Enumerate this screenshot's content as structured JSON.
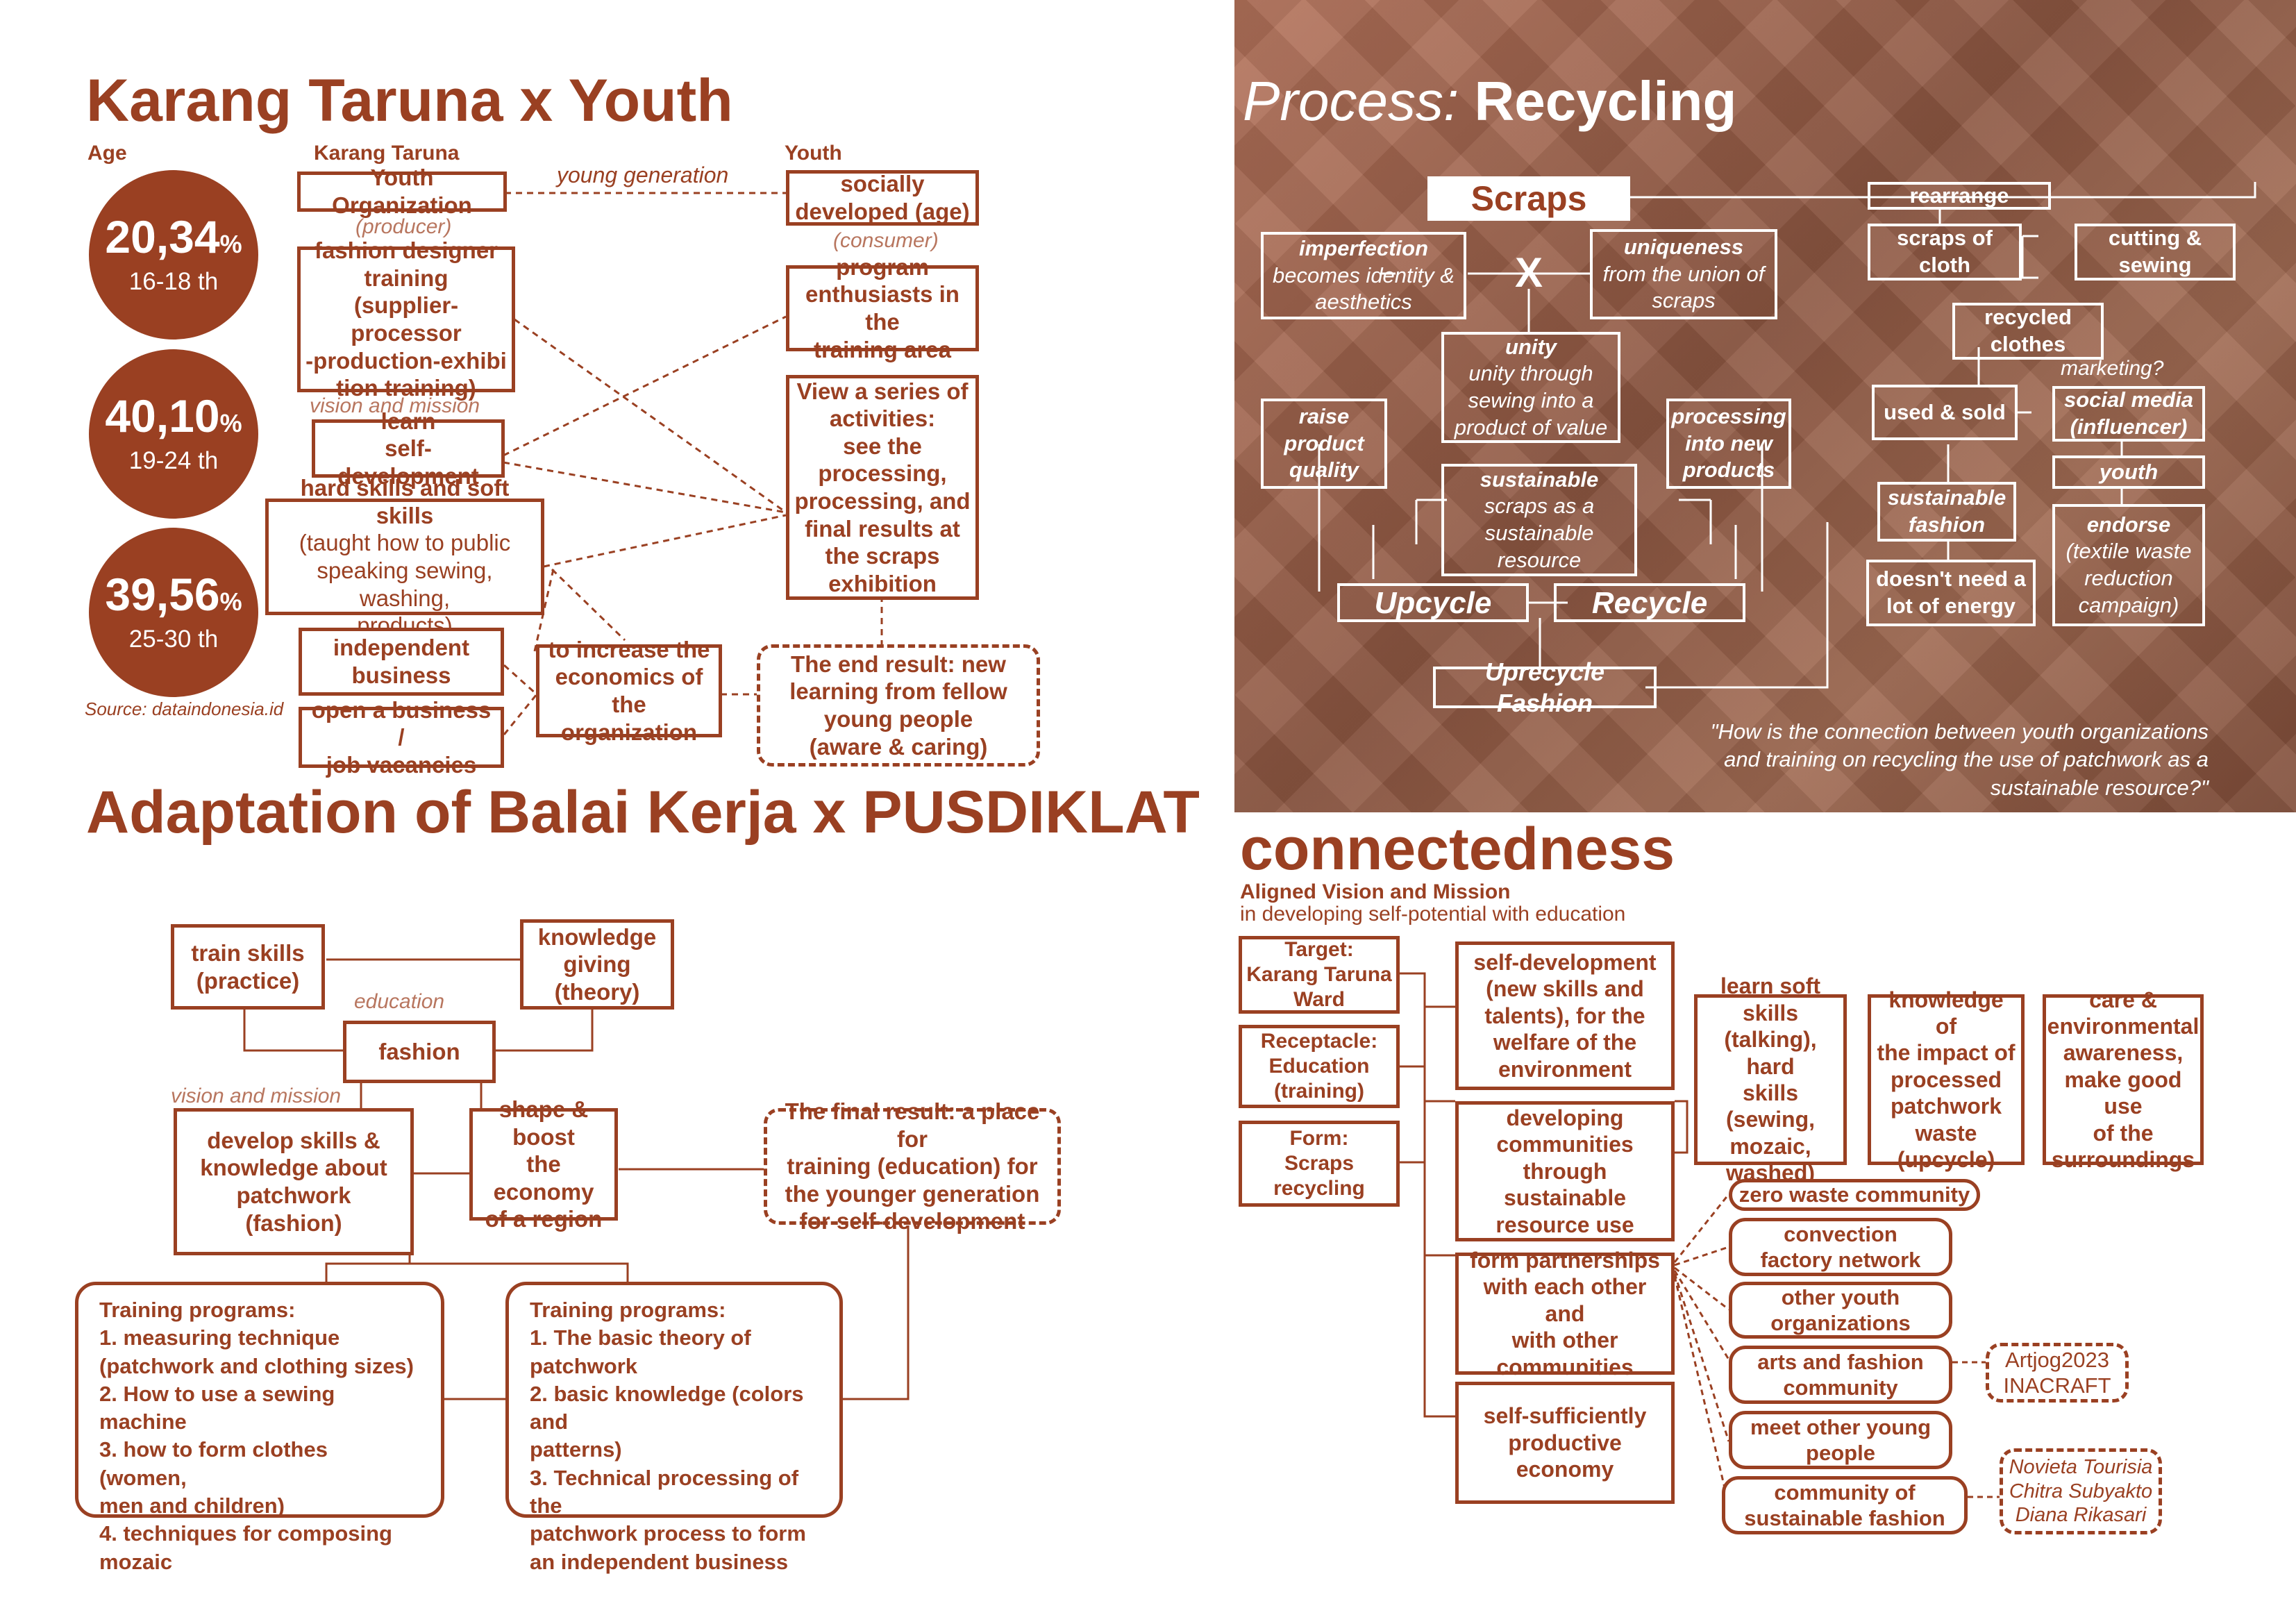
{
  "karang": {
    "title": "Karang Taruna x Youth",
    "col_age": "Age",
    "col_kt": "Karang Taruna",
    "col_youth": "Youth",
    "circles": [
      {
        "pct": "20,34",
        "sym": "%",
        "age": "16-18 th"
      },
      {
        "pct": "40,10",
        "sym": "%",
        "age": "19-24 th"
      },
      {
        "pct": "39,56",
        "sym": "%",
        "age": "25-30 th"
      }
    ],
    "source": "Source: dataindonesia.id",
    "youth_org": "Youth Organization",
    "producer": "(producer)",
    "young_generation": "young generation",
    "socially": "socially\ndeveloped (age)",
    "consumer": "(consumer)",
    "fashion_training": "fashion designer\ntraining\n(supplier-processor\n-production-exhibi\ntion training)",
    "vision_mission": "vision and mission",
    "program_enthusiasts": "program\nenthusiasts in the\ntraining area",
    "learn_self": "learn\nself-development",
    "view_series": "View a series of\nactivities:\nsee the\nprocessing,\nprocessing, and\nfinal results at\nthe scraps\nexhibition",
    "hard_soft_bold": "hard skills and soft skills",
    "hard_soft_rest": "(taught how to public\nspeaking sewing, washing,\nproducts)",
    "independent": "independent\nbusiness",
    "increase_econ": "to increase the\neconomics of the\norganization",
    "end_result": "The end result: new\nlearning from fellow\nyoung people\n(aware & caring)",
    "open_business": "open a business /\njob vacancies"
  },
  "adapt": {
    "title": "Adaptation of Balai Kerja x\nPUSDIKLAT",
    "train_skills": "train skills\n(practice)",
    "knowledge_giving": "knowledge\ngiving\n(theory)",
    "education": "education",
    "fashion": "fashion",
    "vision_mission": "vision and mission",
    "develop_skills": "develop skills &\nknowledge about\npatchwork\n(fashion)",
    "shape_boost": "shape & boost\nthe economy\nof a region",
    "final_result": "The final result: a place for\ntraining (education) for\nthe younger generation\nfor self-development",
    "prog1_title": "Training programs:",
    "prog1_items": [
      "1. measuring technique\n    (patchwork and clothing sizes)",
      "2. How to use a sewing machine",
      "3. how to form clothes (women,\n    men and children)",
      "4. techniques for composing\n    mozaic"
    ],
    "prog2_title": "Training programs:",
    "prog2_items": [
      "1. The basic theory of\n    patchwork",
      "2. basic knowledge (colors and\n    patterns)",
      "3. Technical processing of the\n    patchwork process to form\n    an independent business"
    ]
  },
  "process": {
    "title_italic": "Process:",
    "title_bold": "Recycling",
    "scraps": "Scraps",
    "imperfection_b": "imperfection",
    "imperfection_r": "becomes identity &\naesthetics",
    "x_mark": "X",
    "uniqueness_b": "uniqueness",
    "uniqueness_r": "from the union of\nscraps",
    "unity_b": "unity",
    "unity_r": "unity through\nsewing into a\nproduct of value",
    "raise_quality": "raise\nproduct\nquality",
    "processing_new": "processing\ninto new\nproducts",
    "sustainable_b": "sustainable",
    "sustainable_r": "scraps as a\nsustainable\nresource",
    "upcycle": "Upcycle",
    "recycle": "Recycle",
    "uprecycle": "Uprecycle Fashion",
    "rearrange": "rearrange",
    "scraps_cloth": "scraps of\ncloth",
    "cutting_sewing": "cutting &\nsewing",
    "recycled_clothes": "recycled\nclothes",
    "marketing": "marketing?",
    "used_sold": "used & sold",
    "social_media": "social media\n(influencer)",
    "youth": "youth",
    "sustainable_fashion": "sustainable\nfashion",
    "endorse_b": "endorse",
    "endorse_r": "(textile waste\nreduction\ncampaign)",
    "energy": "doesn't need a\nlot of energy",
    "quote": "\"How is the connection between youth organizations\nand training on recycling the use of patchwork as a\nsustainable resource?\""
  },
  "connect": {
    "title": "connectedness",
    "sub_bold": "Aligned Vision and Mission",
    "sub": "in developing self-potential with education",
    "target": "Target:\nKarang Taruna\nWard",
    "receptacle": "Receptacle:\nEducation\n(training)",
    "form": "Form:\nScraps\nrecycling",
    "self_dev": "self-development\n(new skills and\ntalents), for the\nwelfare of the\nenvironment",
    "developing": "developing\ncommunities\nthrough\nsustainable\nresource use",
    "partnerships": "form partnerships\nwith each other and\nwith other\ncommunities",
    "self_sufficient": "self-sufficiently\nproductive\neconomy",
    "learn_soft": "learn soft\nskills\n(talking), hard\nskills (sewing,\nmozaic,\nwashed)",
    "knowledge_impact": "knowledge of\nthe impact of\nprocessed\npatchwork\nwaste\n(upcycle)",
    "care_env": "care &\nenvironmental\nawareness,\nmake good use\nof the\nsurroundings",
    "zero_waste": "zero waste community",
    "convection": "convection\nfactory network",
    "other_youth": "other youth\norganizations",
    "arts_fashion": "arts and fashion\ncommunity",
    "artjog": "Artjog2023\nINACRAFT",
    "meet_young": "meet other young\npeople",
    "sustainable_comm": "community of\nsustainable fashion",
    "names": "Novieta Tourisia\nChitra Subyakto\nDiana  Rikasari"
  }
}
